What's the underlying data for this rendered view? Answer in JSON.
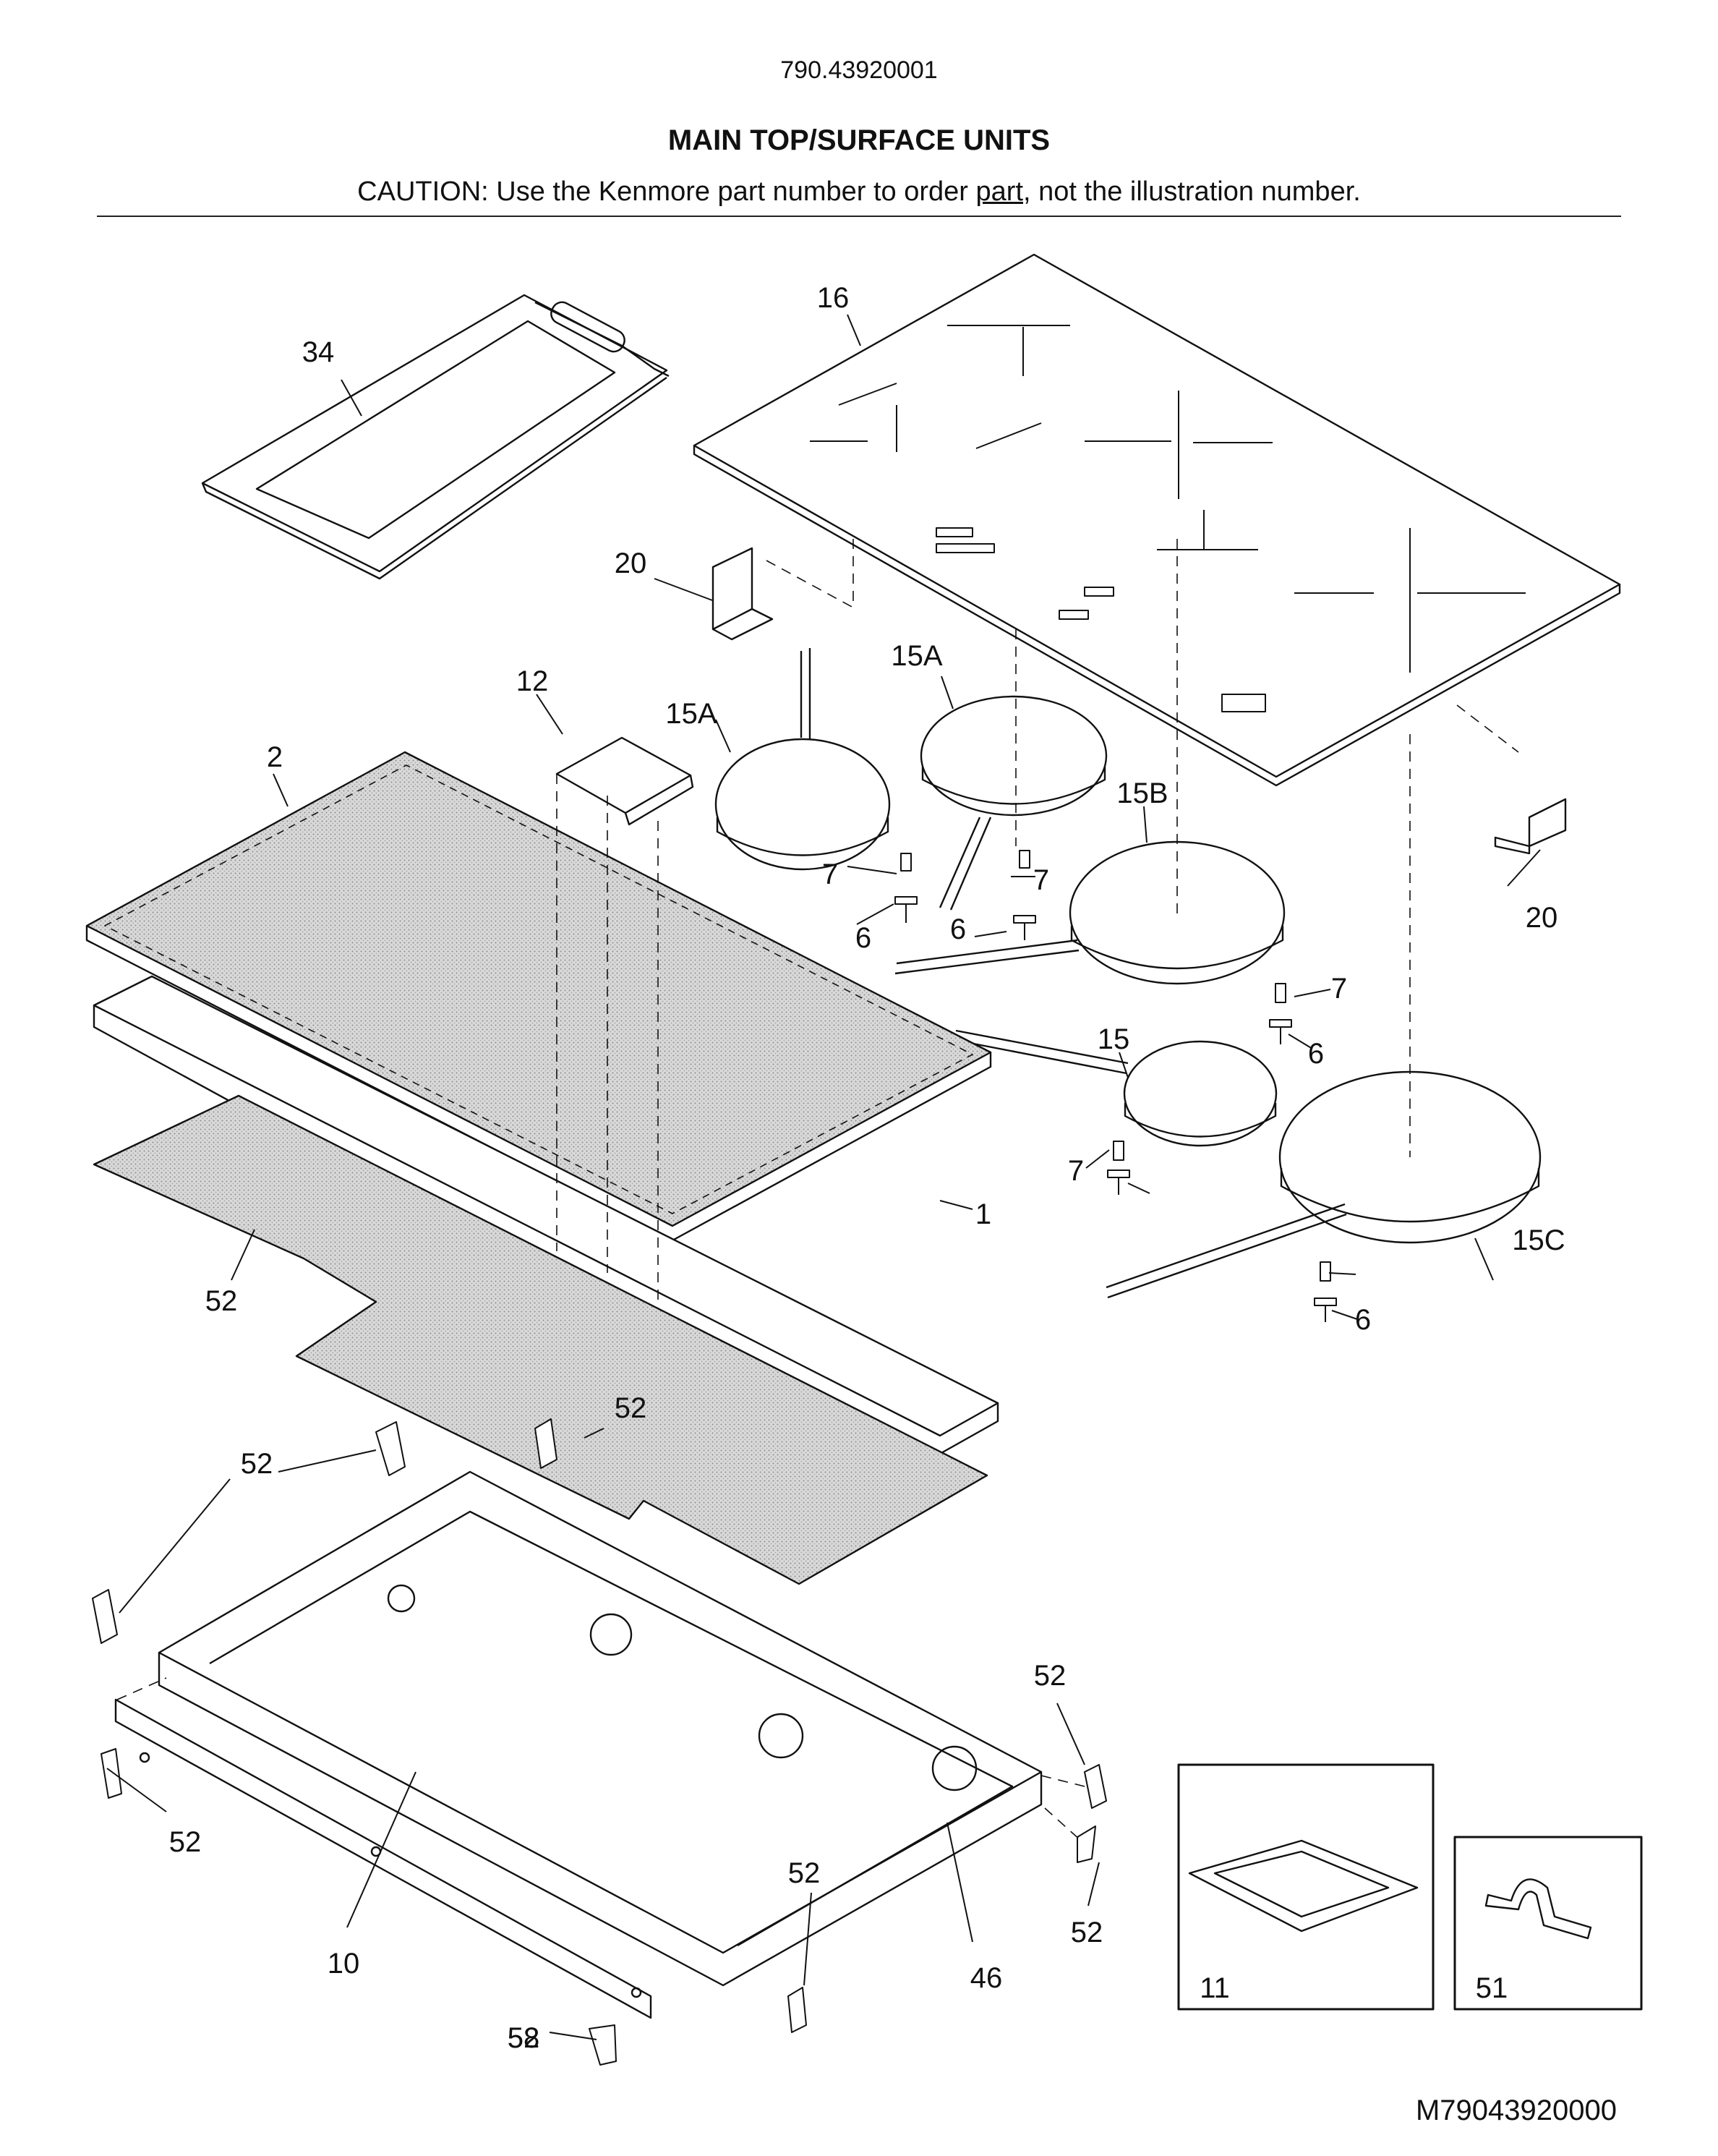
{
  "header": {
    "model_number": "790.43920001",
    "title": "MAIN TOP/SURFACE UNITS",
    "caution_prefix": "CAUTION: Use the Kenmore part number to order ",
    "caution_underlined": "part",
    "caution_suffix": ", not the illustration number."
  },
  "callouts": [
    "1",
    "2",
    "6",
    "6",
    "6",
    "6",
    "7",
    "7",
    "7",
    "7",
    "10",
    "11",
    "12",
    "15",
    "15A",
    "15A",
    "15B",
    "15C",
    "16",
    "20",
    "20",
    "34",
    "46",
    "51",
    "52",
    "52",
    "52",
    "52",
    "52",
    "52",
    "52",
    "52",
    "58"
  ],
  "figure_id": "M79043920000"
}
